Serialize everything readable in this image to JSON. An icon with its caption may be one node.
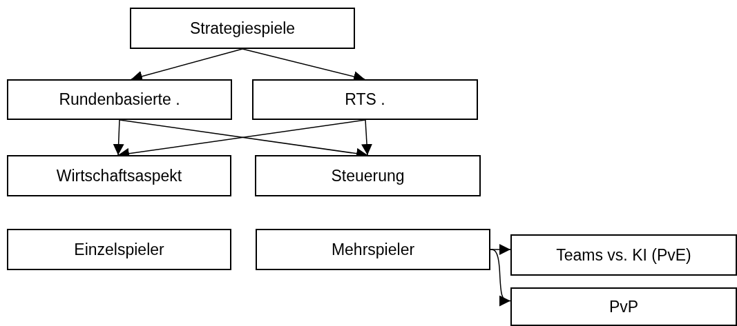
{
  "diagram": {
    "nodes": [
      {
        "text": [
          "Strategiespiele"
        ]
      },
      {
        "text": [
          "Rundenbasierte ."
        ]
      },
      {
        "text": [
          "RTS ."
        ]
      },
      {
        "text": [
          "Wirtschaftsaspekt"
        ]
      },
      {
        "text": [
          "Steuerung"
        ]
      },
      {
        "text": [
          "Einzelspieler"
        ]
      },
      {
        "text": [
          "Mehrspieler"
        ]
      },
      {
        "text": [
          "Teams vs. KI (PvE)"
        ]
      },
      {
        "text": [
          "PvP"
        ]
      }
    ],
    "edges": [
      {
        "from": 0,
        "to": 1,
        "arrow": "to"
      },
      {
        "from": 0,
        "to": 2,
        "arrow": "to"
      },
      {
        "from": 1,
        "to": 3,
        "arrow": "to"
      },
      {
        "from": 1,
        "to": 4,
        "arrow": "to"
      },
      {
        "from": 2,
        "to": 3,
        "arrow": "to"
      },
      {
        "from": 2,
        "to": 4,
        "arrow": "to"
      },
      {
        "from": 6,
        "to": 7,
        "arrow": "to"
      },
      {
        "from": 6,
        "to": 8,
        "arrow": "to"
      }
    ]
  }
}
